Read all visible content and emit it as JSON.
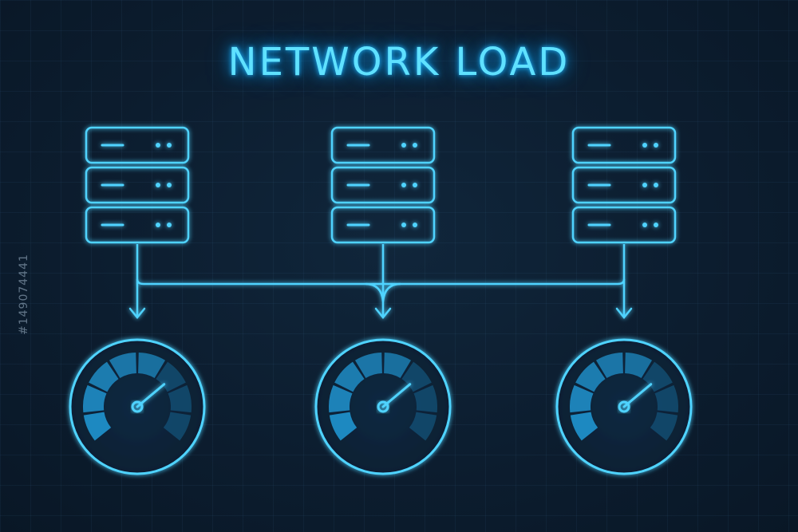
{
  "title": "NETWORK LOAD",
  "stock_id": "#149074441",
  "colors": {
    "background": "#0b1b2c",
    "neon_stroke": "#4fd3ff",
    "gauge_fill_bright": "#1f8fc8",
    "gauge_fill_dim": "#14557e"
  },
  "servers": [
    {
      "name": "server-left",
      "icon": "server-rack-icon",
      "units": 3
    },
    {
      "name": "server-center",
      "icon": "server-rack-icon",
      "units": 3
    },
    {
      "name": "server-right",
      "icon": "server-rack-icon",
      "units": 3
    }
  ],
  "gauges": [
    {
      "name": "gauge-left",
      "icon": "speedometer-icon"
    },
    {
      "name": "gauge-center",
      "icon": "speedometer-icon"
    },
    {
      "name": "gauge-right",
      "icon": "speedometer-icon"
    }
  ]
}
